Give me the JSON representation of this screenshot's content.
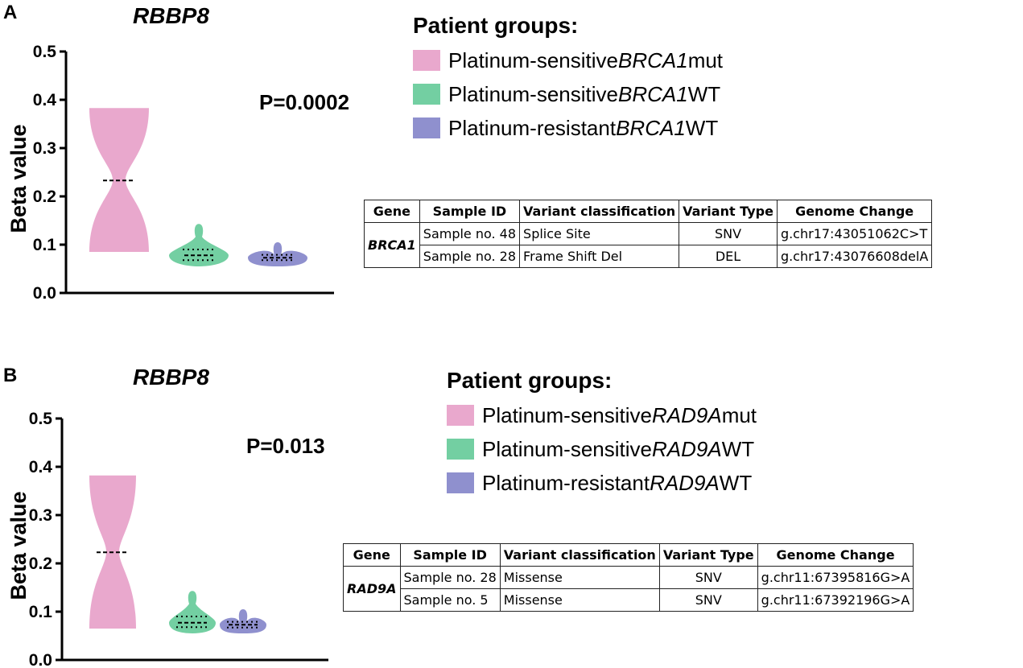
{
  "colors": {
    "mut": "#e9a8cd",
    "sensitive_wt": "#73cfa2",
    "resistant_wt": "#8f90ce"
  },
  "panels": [
    {
      "letter": "A",
      "title": "RBBP8",
      "p_value": "P=0.0002",
      "legend": {
        "heading": "Patient groups:",
        "items": [
          {
            "prefix": "Platinum-sensitive ",
            "gene": "BRCA1",
            "suffix": " mut"
          },
          {
            "prefix": "Platinum-sensitive ",
            "gene": "BRCA1",
            "suffix": " WT"
          },
          {
            "prefix": "Platinum-resistant ",
            "gene": "BRCA1",
            "suffix": " WT"
          }
        ]
      },
      "table": {
        "headers": [
          "Gene",
          "Sample ID",
          "Variant classification",
          "Variant Type",
          "Genome Change"
        ],
        "gene": "BRCA1",
        "rows": [
          [
            "Sample no. 48",
            "Splice Site",
            "SNV",
            "g.chr17:43051062C>T"
          ],
          [
            "Sample no. 28",
            "Frame Shift Del",
            "DEL",
            "g.chr17:43076608delA"
          ]
        ]
      }
    },
    {
      "letter": "B",
      "title": "RBBP8",
      "p_value": "P=0.013",
      "legend": {
        "heading": "Patient groups:",
        "items": [
          {
            "prefix": "Platinum-sensitive ",
            "gene": "RAD9A",
            "suffix": " mut"
          },
          {
            "prefix": "Platinum-sensitive ",
            "gene": "RAD9A",
            "suffix": " WT"
          },
          {
            "prefix": "Platinum-resistant ",
            "gene": "RAD9A",
            "suffix": " WT"
          }
        ]
      },
      "table": {
        "headers": [
          "Gene",
          "Sample ID",
          "Variant classification",
          "Variant Type",
          "Genome Change"
        ],
        "gene": "RAD9A",
        "rows": [
          [
            "Sample no. 28",
            "Missense",
            "SNV",
            "g.chr11:67395816G>A"
          ],
          [
            "Sample no. 5",
            "Missense",
            "SNV",
            "g.chr11:67392196G>A"
          ]
        ]
      }
    }
  ],
  "chart_data": [
    {
      "type": "violin",
      "title": "RBBP8",
      "ylabel": "Beta value",
      "ylim": [
        0,
        0.5
      ],
      "yticks": [
        "0.0",
        "0.1",
        "0.2",
        "0.3",
        "0.4",
        "0.5"
      ],
      "grid": false,
      "annotation": "P=0.0002",
      "series": [
        {
          "name": "Platinum-sensitive BRCA1 mut",
          "min": 0.085,
          "max": 0.383,
          "median": 0.233,
          "q1": null,
          "q3": null
        },
        {
          "name": "Platinum-sensitive BRCA1 WT",
          "min": 0.055,
          "max": 0.143,
          "median": 0.078,
          "q1": 0.068,
          "q3": 0.09
        },
        {
          "name": "Platinum-resistant BRCA1 WT",
          "min": 0.055,
          "max": 0.105,
          "median": 0.073,
          "q1": 0.068,
          "q3": 0.079
        }
      ]
    },
    {
      "type": "violin",
      "title": "RBBP8",
      "ylabel": "Beta value",
      "ylim": [
        0,
        0.5
      ],
      "yticks": [
        "0.0",
        "0.1",
        "0.2",
        "0.3",
        "0.4",
        "0.5"
      ],
      "grid": false,
      "annotation": "P=0.013",
      "series": [
        {
          "name": "Platinum-sensitive RAD9A mut",
          "min": 0.065,
          "max": 0.382,
          "median": 0.223,
          "q1": null,
          "q3": null
        },
        {
          "name": "Platinum-sensitive RAD9A WT",
          "min": 0.055,
          "max": 0.143,
          "median": 0.077,
          "q1": 0.068,
          "q3": 0.09
        },
        {
          "name": "Platinum-resistant RAD9A WT",
          "min": 0.055,
          "max": 0.105,
          "median": 0.073,
          "q1": 0.067,
          "q3": 0.079
        }
      ]
    }
  ]
}
